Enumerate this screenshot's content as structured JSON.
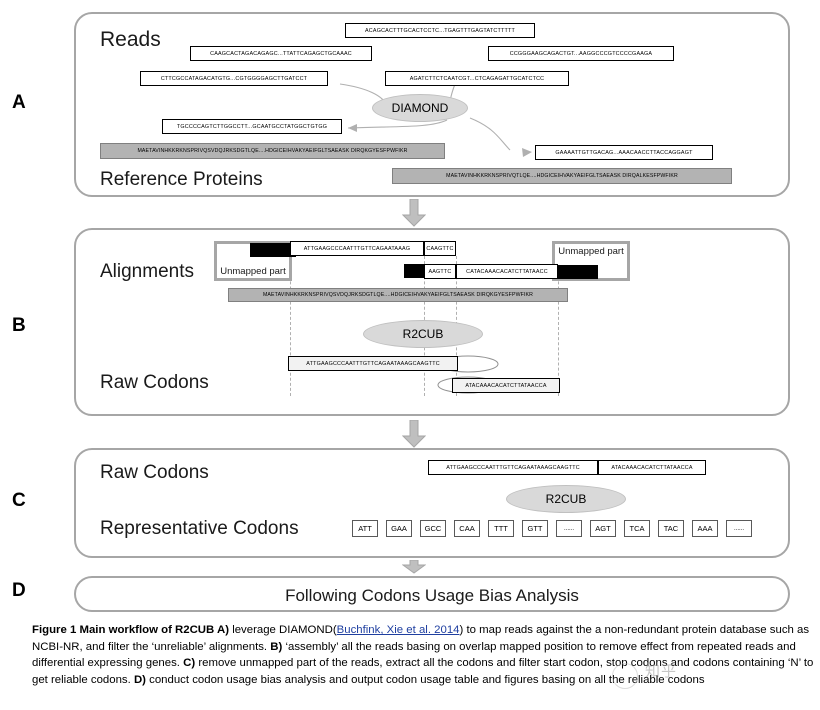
{
  "figure": {
    "panels": [
      "A",
      "B",
      "C",
      "D"
    ]
  },
  "panelA": {
    "title_reads": "Reads",
    "title_reference": "Reference Proteins",
    "tool": "DIAMOND",
    "reads": [
      "ACAGCACTTTGCACTCCTC...TGAGTTTGAGTATCTTTTT",
      "CAAGCACTAGACAGAGC...TTATTCAGAGCTGCAAAC",
      "CCGGGAAGCAGACTGT...AAGGCCCGTCCCCGAAGA",
      "CTTCGCCATAGACATGTG...CGTGGGGAGCTTGATCCT",
      "AGATCTTCTCAATCGT...CTCAGAGATTGCATCTCC",
      "TGCCCCAGTCTTGGCCTT...GCAATGCCTATGGCTGTGG",
      "GAAAATTGTTGACAG...AAACAACCTTACCAGGAGT"
    ],
    "proteins": [
      "MAETAVINHKKRKNSPRIVQSVDQJRKSDGTLQE....HDGICEIHVAKYAEIFGLTSAEASK DIRQKGYESFPWFIKR",
      "MAETAVINHKKRKNSPRIVQTLQE....HDGICEIHVAKYAEIFGLTSAEASK DIRQALKESFPWFIKR"
    ]
  },
  "panelB": {
    "title_alignments": "Alignments",
    "title_raw_codons": "Raw Codons",
    "tool": "R2CUB",
    "unmapped_label_left": "Unmapped part",
    "unmapped_label_right": "Unmapped part",
    "align_top_seq": "ATTGAAGCCCAATTTGTTCAGAATAAAG",
    "align_top_overlap": "CAAGTTC",
    "align_bottom_overlap": "AAGTTC",
    "align_bottom_seq": "CATACAAACACATCTTATAACC",
    "protein": "MAETAVINHKKRKNSPRIVQSVDQJRKSDGTLQE....HDGICEIHVAKYAEIFGLTSAEASK DIRQKGYESFPWFIKR",
    "raw_codon_top": "ATTGAAGCCCAATTTGTTCAGAATAAAGCAAGTTC",
    "raw_codon_bottom": "ATACAAACACATCTTATAACCA"
  },
  "panelC": {
    "title_raw_codons": "Raw Codons",
    "title_representative": "Representative Codons",
    "tool": "R2CUB",
    "merged_left": "ATTGAAGCCCAATTTGTTCAGAATAAAGCAAGTTC",
    "merged_right": "ATACAAACACATCTTATAACCA",
    "codons": [
      "ATT",
      "GAA",
      "GCC",
      "CAA",
      "TTT",
      "GTT",
      "......",
      "AGT",
      "TCA",
      "TAC",
      "AAA",
      "......"
    ]
  },
  "panelD": {
    "title": "Following Codons Usage Bias Analysis"
  },
  "caption": {
    "lead": "Figure 1 Main  workflow of R2CUB A)",
    "text1": " leverage DIAMOND(",
    "link": "Buchfink, Xie et al. 2014",
    "text2": ") to map reads against the a non-redundant protein database such as NCBI-NR,  and filter the ‘unreliable’ alignments. ",
    "bLabel": "B)",
    "text3": " ‘assembly’  all the reads basing on overlap mapped position to remove effect from repeated reads and differential expressing genes. ",
    "cLabel": "C)",
    "text4": " remove unmapped part of the reads, extract all the codons and filter start codon, stop codons and codons containing ‘N’ to get reliable codons. ",
    "dLabel": "D)",
    "text5": " conduct codon usage bias analysis and output codon usage table and figures basing on all the reliable codons"
  },
  "colors": {
    "panel_border": "#a6a6a6",
    "protein_bar": "#b3b3b3",
    "ellipse": "#d9d9d9",
    "link": "#1f3fa0"
  }
}
